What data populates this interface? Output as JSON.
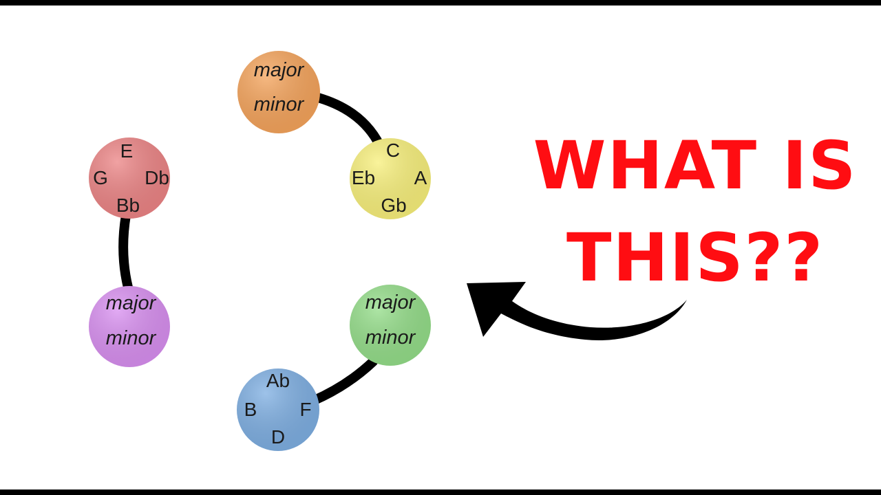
{
  "nodes": [
    {
      "id": "orange",
      "color": "#f5a35a",
      "labels": [
        "major",
        "minor"
      ],
      "italic": true
    },
    {
      "id": "yellow",
      "color": "#f8f07a",
      "labels": [
        "C",
        "Eb",
        "A",
        "Gb"
      ],
      "italic": false
    },
    {
      "id": "red",
      "color": "#ec8384",
      "labels": [
        "E",
        "G",
        "Db",
        "Bb"
      ],
      "italic": false
    },
    {
      "id": "purple",
      "color": "#d88ef0",
      "labels": [
        "major",
        "minor"
      ],
      "italic": true
    },
    {
      "id": "green",
      "color": "#93dd88",
      "labels": [
        "major",
        "minor"
      ],
      "italic": true
    },
    {
      "id": "blue",
      "color": "#7daee2",
      "labels": [
        "Ab",
        "B",
        "F",
        "D"
      ],
      "italic": false
    }
  ],
  "headline": {
    "line1": "WHAT IS",
    "line2": "THIS??",
    "color": "#ff0d12"
  }
}
